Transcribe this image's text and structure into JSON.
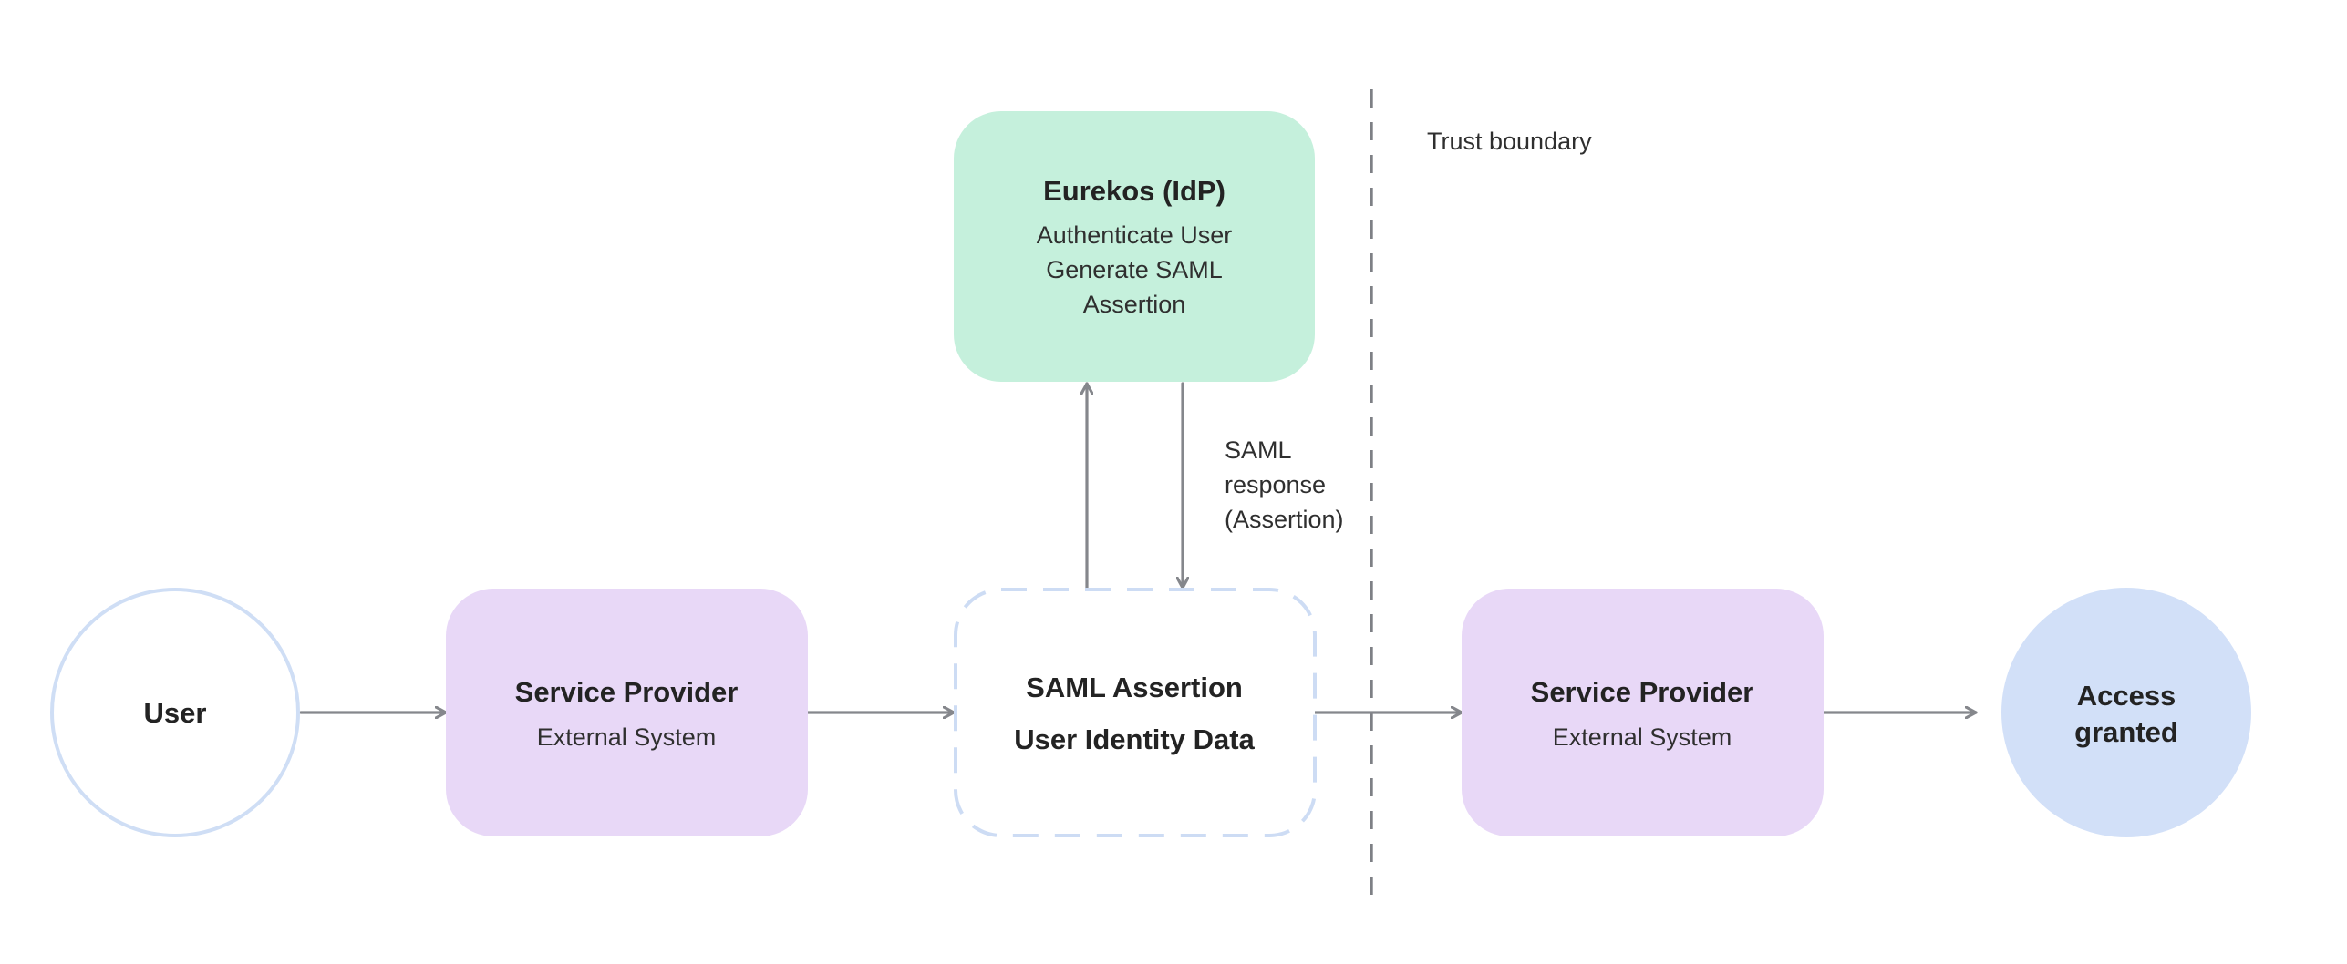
{
  "nodes": {
    "user": {
      "label": "User"
    },
    "sp_left": {
      "title": "Service Provider",
      "subtitle": "External System"
    },
    "idp": {
      "title": "Eurekos (IdP)",
      "lines": [
        "Authenticate User",
        "Generate SAML",
        "Assertion"
      ]
    },
    "assertion": {
      "line1": "SAML Assertion",
      "line2": "User Identity Data"
    },
    "sp_right": {
      "title": "Service Provider",
      "subtitle": "External System"
    },
    "access": {
      "line1": "Access",
      "line2": "granted"
    }
  },
  "labels": {
    "saml_response": [
      "SAML",
      "response",
      "(Assertion)"
    ],
    "trust_boundary": "Trust boundary"
  },
  "colors": {
    "user_stroke": "#cfdef5",
    "service_provider_fill": "#e8d8f7",
    "idp_fill": "#c5f0dc",
    "assertion_stroke": "#cddcf4",
    "access_fill": "#d2e0f8",
    "edge": "#85878c",
    "boundary": "#7e8085"
  }
}
